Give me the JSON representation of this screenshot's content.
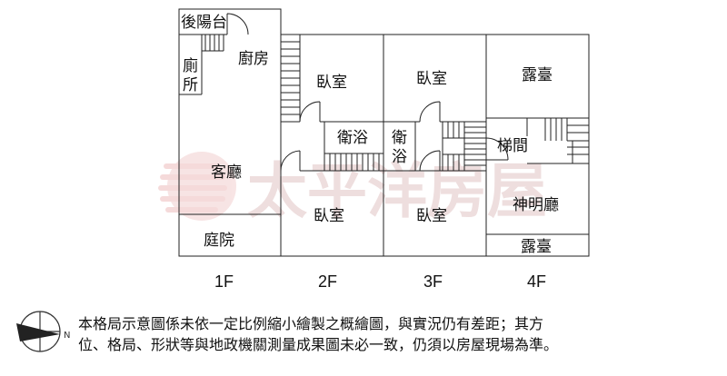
{
  "watermark": "太平洋房屋",
  "floors": {
    "f1": {
      "label": "1F",
      "rooms": {
        "back_balcony": "後陽台",
        "kitchen": "廚房",
        "toilet_line1": "廁",
        "toilet_line2": "所",
        "living": "客廳",
        "courtyard": "庭院"
      }
    },
    "f2": {
      "label": "2F",
      "rooms": {
        "bedroom_top": "臥室",
        "bath": "衛浴",
        "bedroom_bottom": "臥室"
      }
    },
    "f3": {
      "label": "3F",
      "rooms": {
        "bedroom_top": "臥室",
        "bath_line1": "衛",
        "bath_line2": "浴",
        "bedroom_bottom": "臥室"
      }
    },
    "f4": {
      "label": "4F",
      "rooms": {
        "terrace_top": "露臺",
        "stairwell": "梯間",
        "shrine_hall": "神明廳",
        "terrace_bottom": "露臺"
      }
    }
  },
  "disclaimer": {
    "line1": "本格局示意圖係未依一定比例縮小繪製之概繪圖，與實況仍有差距；其方",
    "line2": "位、格局、形狀等與地政機關測量成果圖未必一致，仍須以房屋現場為準。"
  }
}
